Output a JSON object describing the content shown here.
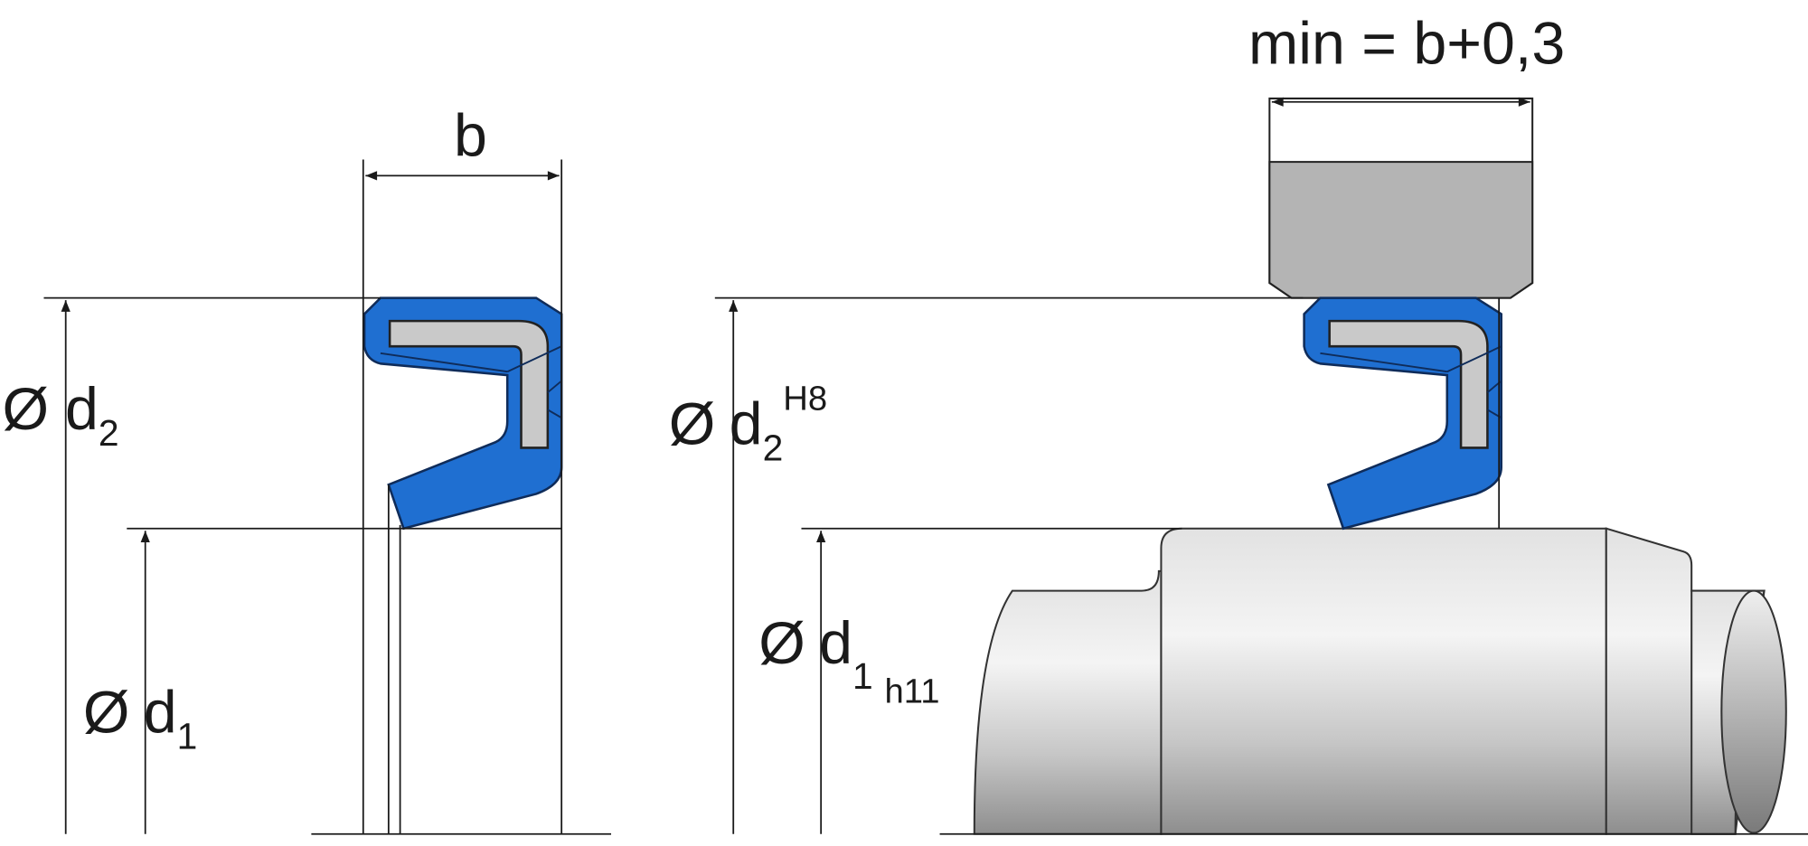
{
  "diagram": {
    "left": {
      "width_label": "b",
      "outer_diameter": {
        "symbol": "Ø",
        "letter": "d",
        "subscript": "2"
      },
      "inner_diameter": {
        "symbol": "Ø",
        "letter": "d",
        "subscript": "1"
      }
    },
    "right": {
      "housing_width_label": "min = b+0,3",
      "outer_diameter": {
        "symbol": "Ø",
        "letter": "d",
        "subscript": "2",
        "tolerance": "H8"
      },
      "inner_diameter": {
        "symbol": "Ø",
        "letter": "d",
        "subscript": "1",
        "tolerance": "h11"
      }
    },
    "colors": {
      "seal": "#1f6fd1",
      "insert": "#c9c9c9",
      "housing": "#b4b4b4"
    }
  }
}
